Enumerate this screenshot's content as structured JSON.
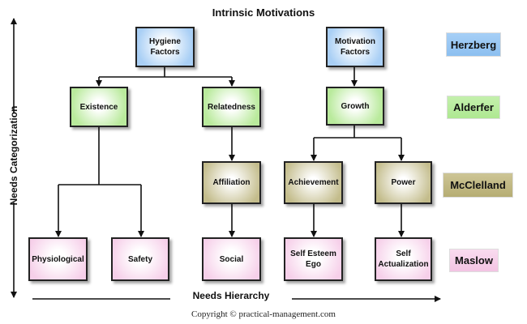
{
  "title": "Intrinsic Motivations",
  "axes": {
    "vertical_label": "Needs Categorization",
    "horizontal_label": "Needs Hierarchy"
  },
  "copyright": "Copyright © practical-management.com",
  "nodes": {
    "hygiene": "Hygiene\nFactors",
    "motivation": "Motivation\nFactors",
    "existence": "Existence",
    "relatedness": "Relatedness",
    "growth": "Growth",
    "affiliation": "Affiliation",
    "achievement": "Achievement",
    "power": "Power",
    "physiological": "Physiological",
    "safety": "Safety",
    "social": "Social",
    "self_esteem": "Self Esteem\nEgo",
    "self_actualization": "Self\nActualization"
  },
  "theories": {
    "herzberg": "Herzberg",
    "alderfer": "Alderfer",
    "mcclelland": "McClelland",
    "maslow": "Maslow"
  },
  "colors": {
    "herzberg_level": "#a9cff5",
    "alderfer_level": "#b9ea9c",
    "mcclelland_level": "#c3bc8b",
    "maslow_level": "#f6cfe9"
  }
}
